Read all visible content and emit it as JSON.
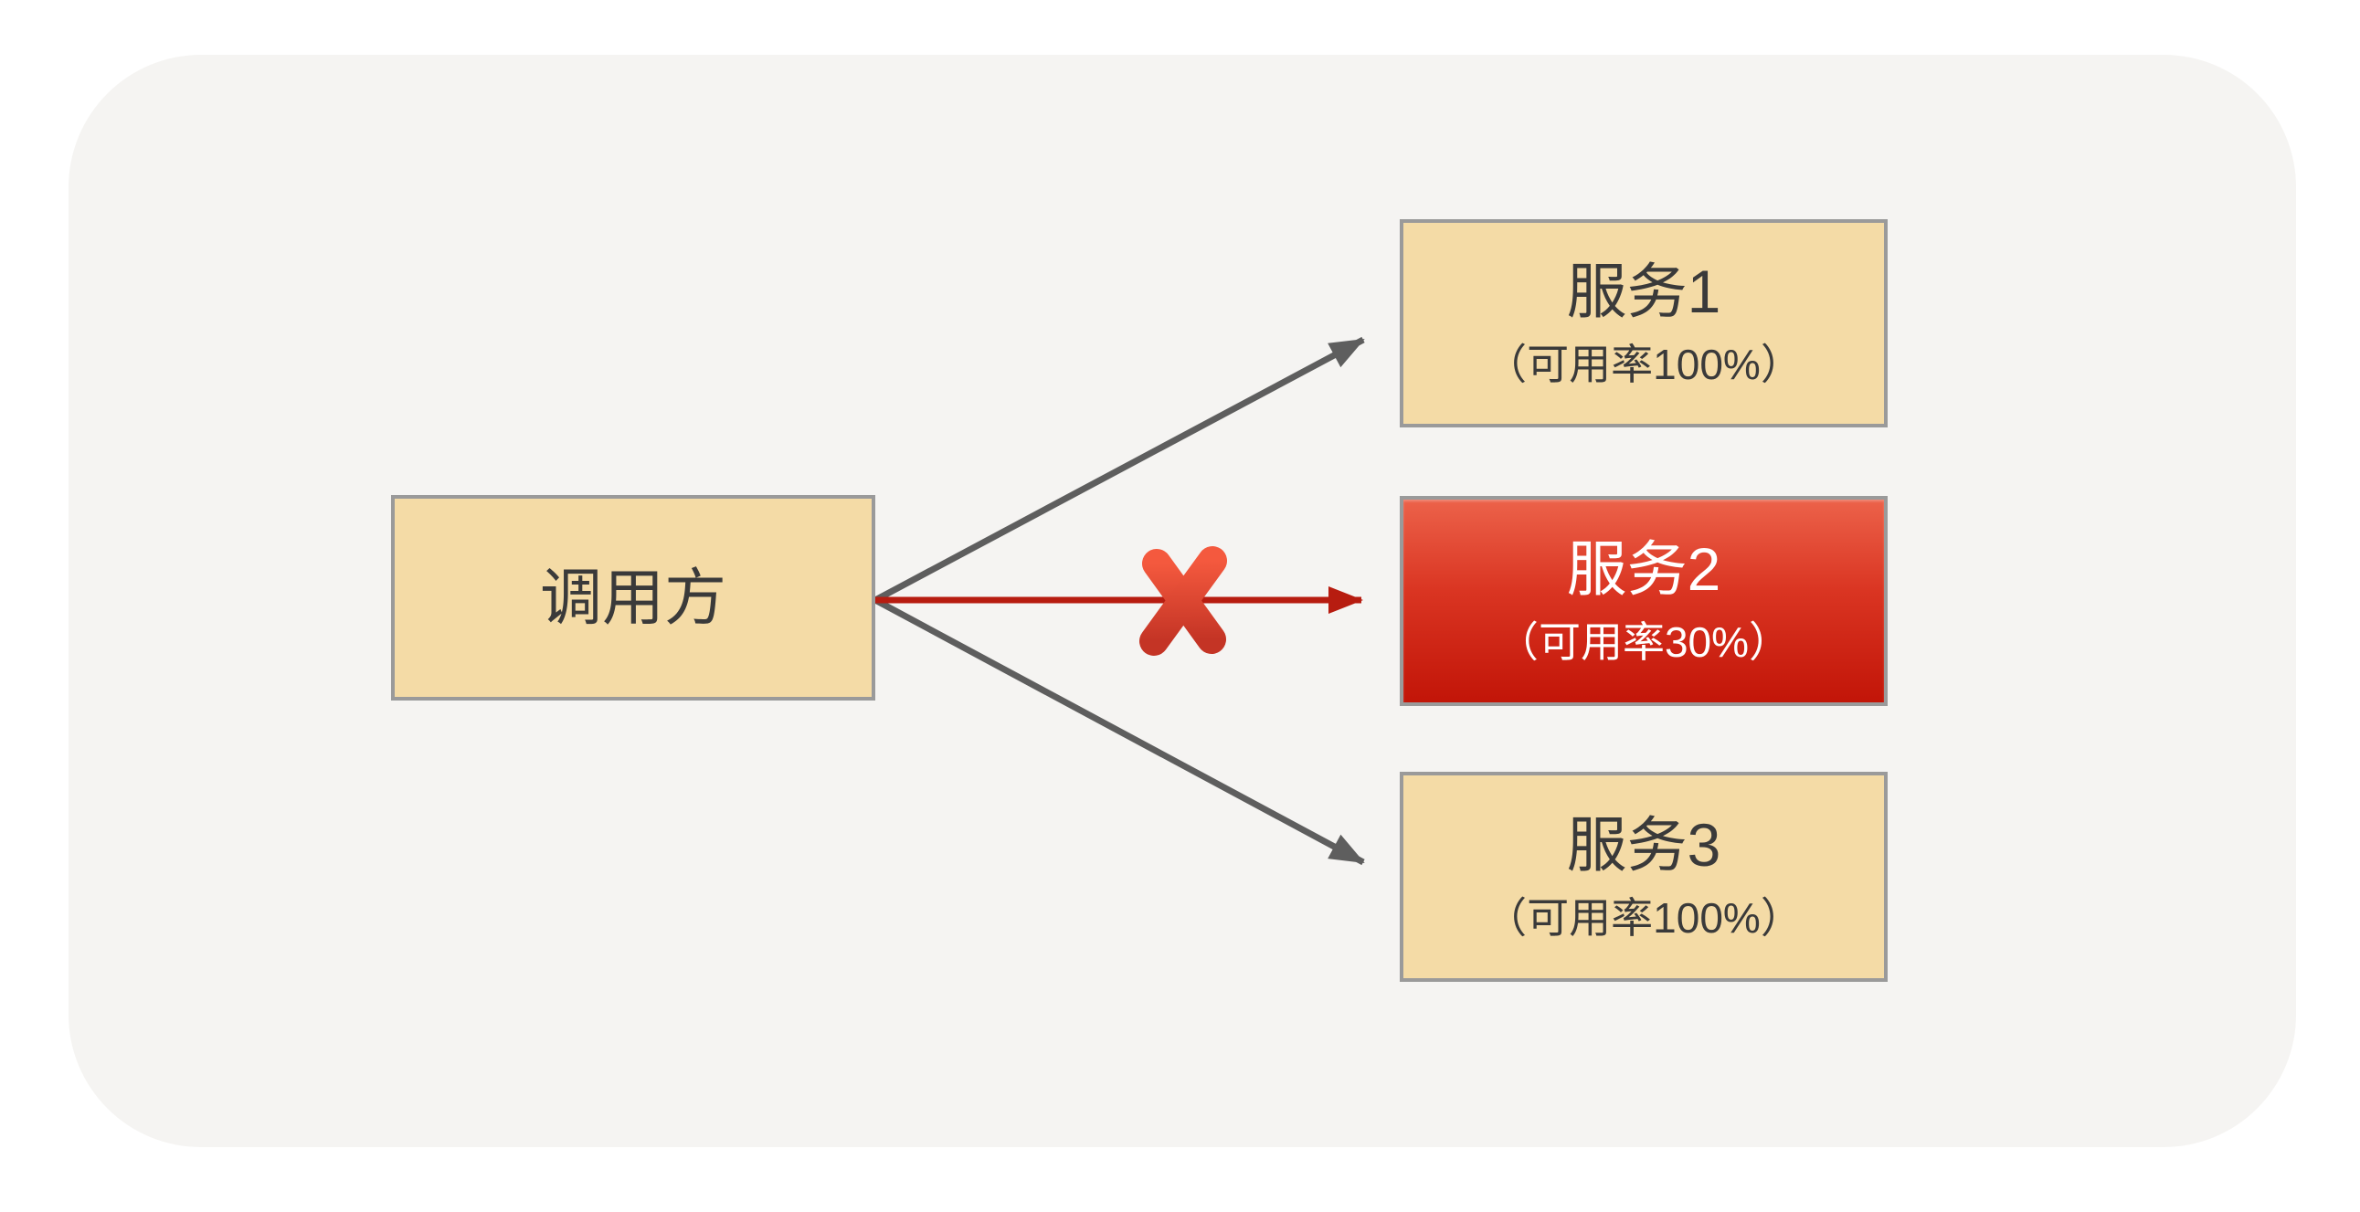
{
  "caller": {
    "label": "调用方"
  },
  "services": [
    {
      "title": "服务1",
      "subtitle": "（可用率100%）",
      "state": "healthy",
      "availability": "100%"
    },
    {
      "title": "服务2",
      "subtitle": "（可用率30%）",
      "state": "failing",
      "availability": "30%"
    },
    {
      "title": "服务3",
      "subtitle": "（可用率100%）",
      "state": "healthy",
      "availability": "100%"
    }
  ],
  "colors": {
    "panel_bg": "#F5F4F2",
    "node_fill": "#F4DBA6",
    "node_border": "#9A9A9A",
    "node_text": "#3A3A3A",
    "failing_node_top": "#EC624A",
    "failing_node_bottom": "#C21508",
    "failing_node_text": "#FFFFFF",
    "arrow_gray": "#5E5E5E",
    "arrow_red": "#B71C10",
    "cross_top": "#F4593E",
    "cross_bottom": "#C43425"
  }
}
